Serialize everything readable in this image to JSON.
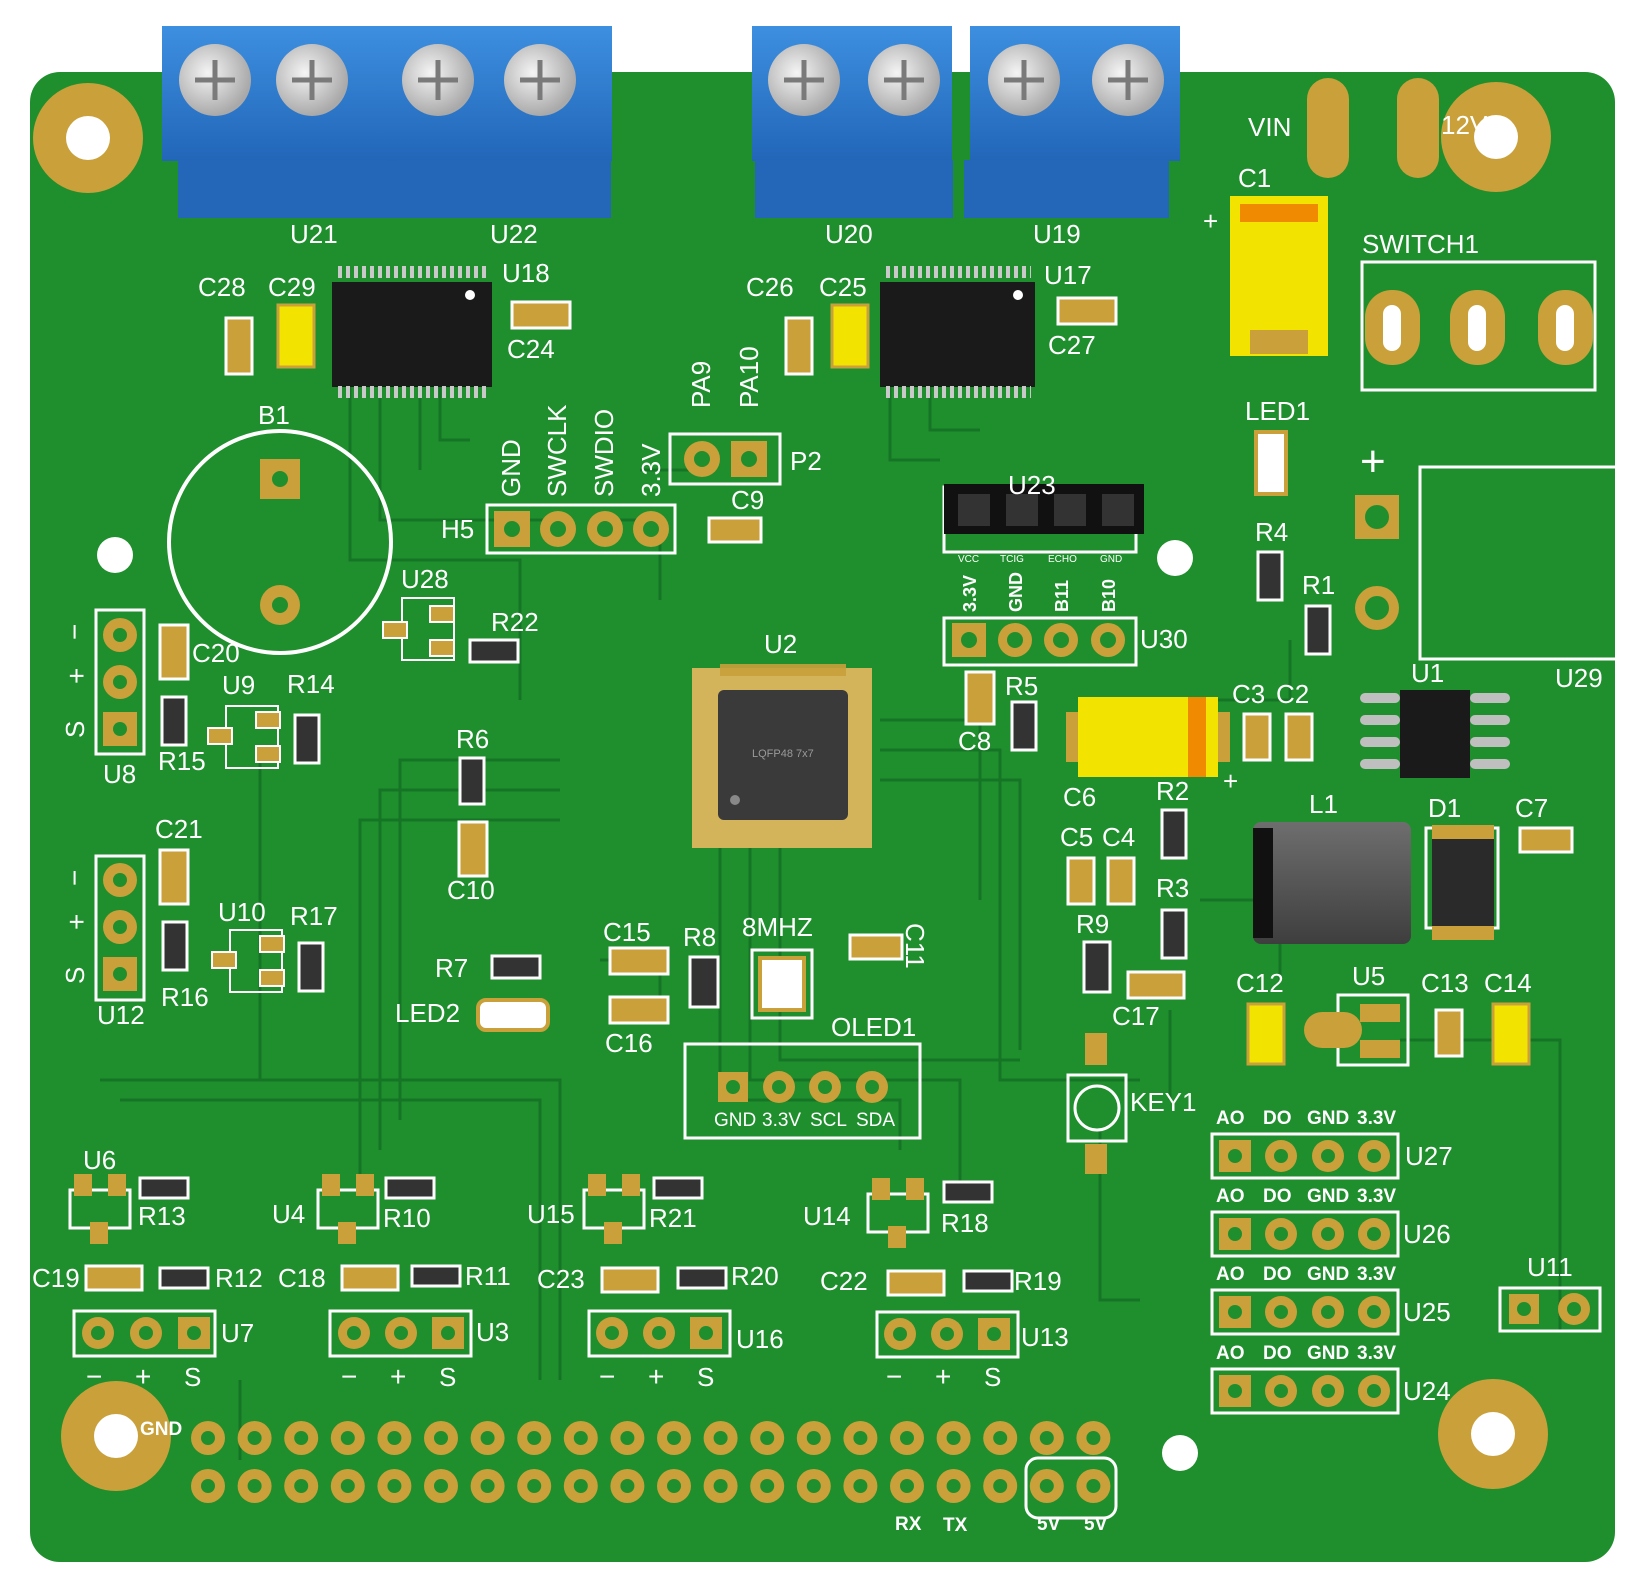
{
  "board": {
    "colors": {
      "pcb": "#1f8f2e",
      "pcb_dark": "#167425",
      "copper": "#c9a03a",
      "terminal_blue": "#2f7fd0",
      "silk": "#ffffff",
      "ic_body": "#1a1a1a",
      "tant_yellow": "#f2e400"
    }
  },
  "terminals": [
    {
      "label": "U21"
    },
    {
      "label": "U22"
    },
    {
      "label": "U20"
    },
    {
      "label": "U19"
    }
  ],
  "power": {
    "vin": "VIN",
    "v12": "12V",
    "switch": "SWITCH1",
    "c1": "C1",
    "plus": "+",
    "led1": "LED1",
    "r4": "R4",
    "r1": "R1",
    "u29": "U29"
  },
  "drivers": {
    "u18": "U18",
    "u17": "U17",
    "c28": "C28",
    "c29": "C29",
    "c24": "C24",
    "c26": "C26",
    "c25": "C25",
    "c27": "C27"
  },
  "headers": {
    "h5": {
      "ref": "H5",
      "pins": [
        "GND",
        "SWCLK",
        "SWDIO",
        "3.3V"
      ]
    },
    "p2": {
      "ref": "P2",
      "pins": [
        "PA9",
        "PA10"
      ]
    },
    "u23": {
      "ref": "U23",
      "pins": [
        "VCC",
        "TCIG",
        "ECHO",
        "GND"
      ]
    },
    "u30": {
      "ref": "U30",
      "pins": [
        "3.3V",
        "GND",
        "B11",
        "B10"
      ]
    },
    "oled": {
      "ref": "OLED1",
      "pins": [
        "GND",
        "3.3V",
        "SCL",
        "SDA"
      ]
    }
  },
  "mcu": {
    "ref": "U2",
    "package": "LQFP48 7x7",
    "crystal": "8MHZ"
  },
  "passives": {
    "b1": "B1",
    "c9": "C9",
    "u28": "U28",
    "r22": "R22",
    "c20": "C20",
    "r14": "R14",
    "u9": "U9",
    "r15": "R15",
    "u8": "U8",
    "r6": "R6",
    "c10": "C10",
    "c21": "C21",
    "u10": "U10",
    "r17": "R17",
    "r16": "R16",
    "u12": "U12",
    "r7": "R7",
    "led2": "LED2",
    "c15": "C15",
    "r8": "R8",
    "c16": "C16",
    "c11": "C11",
    "r5": "R5",
    "c8": "C8",
    "c6": "C6",
    "c3": "C3",
    "c2": "C2",
    "u1": "U1",
    "r2": "R2",
    "c5": "C5",
    "c4": "C4",
    "r3": "R3",
    "r9": "R9",
    "c17": "C17",
    "l1": "L1",
    "d1": "D1",
    "c7": "C7",
    "c12": "C12",
    "u5": "U5",
    "c13": "C13",
    "c14": "C14",
    "key1": "KEY1",
    "u11": "U11"
  },
  "sensor_modules": [
    {
      "ref": "U27",
      "pins": [
        "AO",
        "DO",
        "GND",
        "3.3V"
      ]
    },
    {
      "ref": "U26",
      "pins": [
        "AO",
        "DO",
        "GND",
        "3.3V"
      ]
    },
    {
      "ref": "U25",
      "pins": [
        "AO",
        "DO",
        "GND",
        "3.3V"
      ]
    },
    {
      "ref": "U24",
      "pins": [
        "AO",
        "DO",
        "GND",
        "3.3V"
      ]
    }
  ],
  "servo_blocks": [
    {
      "reg": "U6",
      "rtop": "R13",
      "cap": "C19",
      "rbot": "R12",
      "conn": "U7"
    },
    {
      "reg": "U4",
      "rtop": "R10",
      "cap": "C18",
      "rbot": "R11",
      "conn": "U3"
    },
    {
      "reg": "U15",
      "rtop": "R21",
      "cap": "C23",
      "rbot": "R20",
      "conn": "U16"
    },
    {
      "reg": "U14",
      "rtop": "R18",
      "cap": "C22",
      "rbot": "R19",
      "conn": "U13"
    }
  ],
  "servo_pins": [
    "−",
    "+",
    "S"
  ],
  "side_pins": [
    "−",
    "+",
    "S"
  ],
  "gpio": {
    "gnd": "GND",
    "rx": "RX",
    "tx": "TX",
    "v5a": "5V",
    "v5b": "5V"
  }
}
